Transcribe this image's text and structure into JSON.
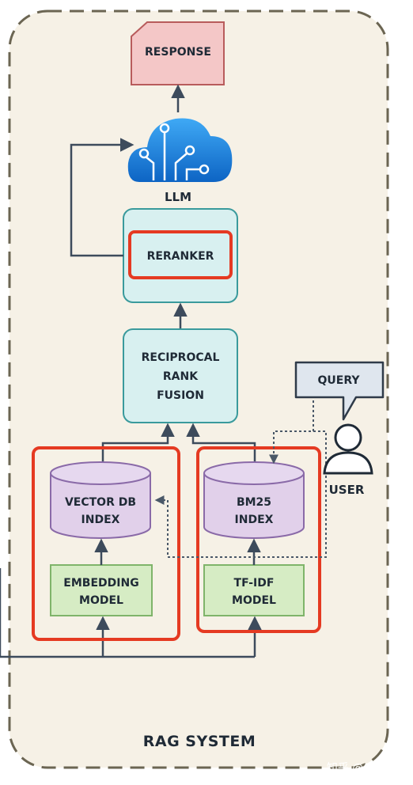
{
  "system_label": "RAG SYSTEM",
  "response": "RESPONSE",
  "llm": "LLM",
  "reranker": "RERANKER",
  "fusion": [
    "RECIPROCAL",
    "RANK",
    "FUSION"
  ],
  "vector_index": [
    "VECTOR DB",
    "INDEX"
  ],
  "bm25_index": [
    "BM25",
    "INDEX"
  ],
  "embedding_model": [
    "EMBEDDING",
    "MODEL"
  ],
  "tfidf_model": [
    "TF-IDF",
    "MODEL"
  ],
  "query": "QUERY",
  "user": "USER",
  "watermark": "知乎 @Ctrl CV",
  "colors": {
    "background": "#f6f1e6",
    "border": "#6b6552",
    "response_fill": "#f4c7c7",
    "response_stroke": "#b85c5c",
    "teal_fill": "#d8f0f0",
    "teal_stroke": "#3a9a9c",
    "purple_fill": "#e1d0ea",
    "purple_stroke": "#8a6aa8",
    "green_fill": "#d6ecc4",
    "green_stroke": "#7fb46a",
    "highlight": "#e53a22",
    "arrow": "#3d4b5c",
    "cloud": "#1a7fd6"
  }
}
